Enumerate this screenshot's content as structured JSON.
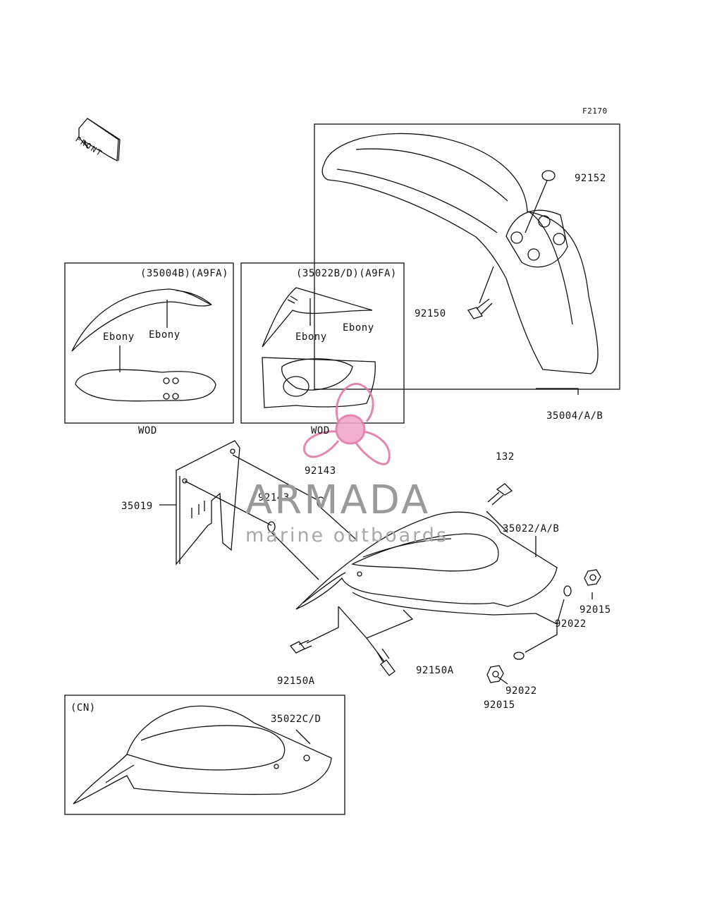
{
  "figure_code": "F2170",
  "front_arrow": {
    "text": "FRONT",
    "icon": "front-direction-arrow-icon"
  },
  "insets": {
    "front_fender_variant": {
      "header": "(35004B)(A9FA)",
      "label_a": "Ebony",
      "label_b": "Ebony",
      "caption": "WOD"
    },
    "rear_fender_variant": {
      "header": "(35022B/D)(A9FA)",
      "label_a": "Ebony",
      "label_b": "Ebony",
      "caption": "WOD"
    },
    "cn_variant": {
      "header": "(CN)",
      "part": "35022C/D"
    }
  },
  "parts": {
    "p92152": "92152",
    "p92150": "92150",
    "p35004": "35004/A/B",
    "p132": "132",
    "p92143_a": "92143",
    "p92143_b": "92143",
    "p35019": "35019",
    "p35022": "35022/A/B",
    "p92015_a": "92015",
    "p92022_a": "92022",
    "p92150A_a": "92150A",
    "p92150A_b": "92150A",
    "p92022_b": "92022",
    "p92015_b": "92015"
  },
  "watermark": {
    "title": "ARMADA",
    "subtitle": "marine outboards",
    "logo": "propeller-logo-icon",
    "color": "#e07aa8"
  }
}
